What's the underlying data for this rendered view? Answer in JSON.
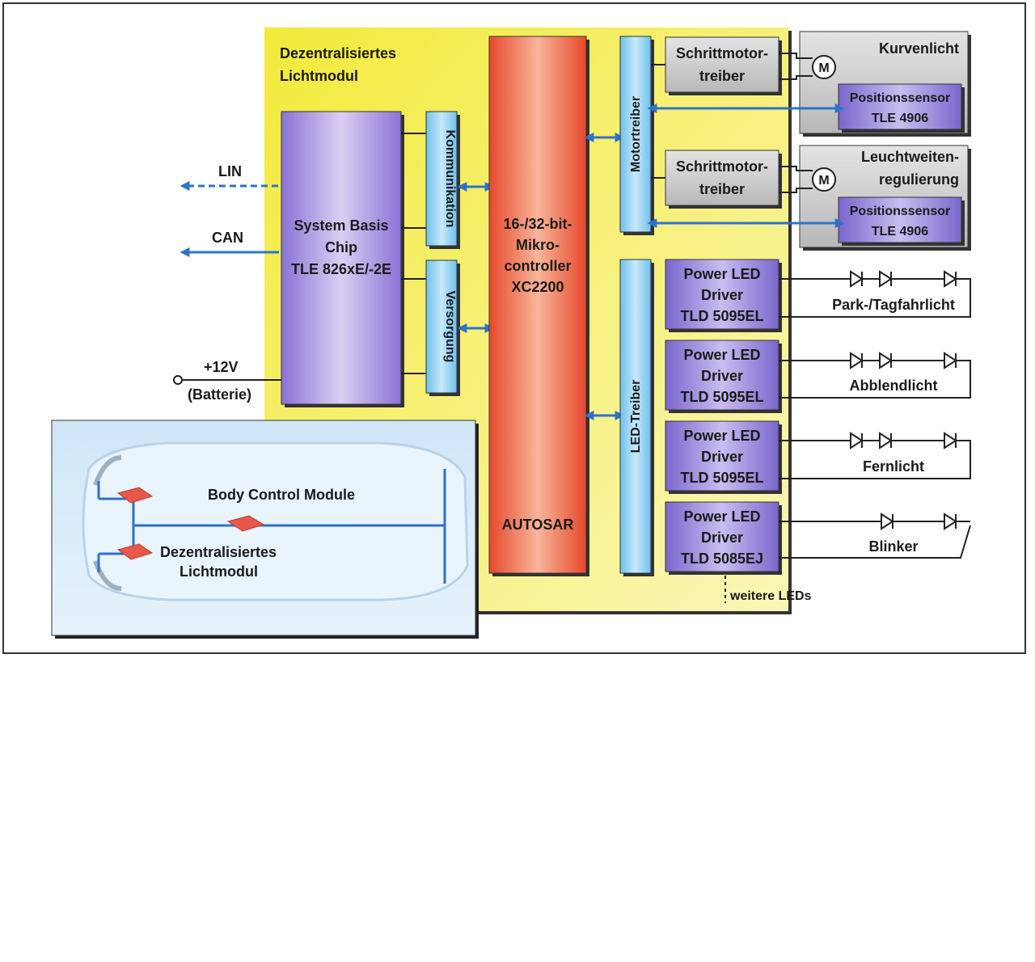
{
  "external": {
    "lin": "LIN",
    "can": "CAN",
    "battery_line1": "+12V",
    "battery_line2": "(Batterie)"
  },
  "module": {
    "title_line1": "Dezentralisiertes",
    "title_line2": "Lichtmodul"
  },
  "sbc": {
    "line1": "System Basis",
    "line2": "Chip",
    "line3": "TLE 826xE/-2E"
  },
  "kommunikation": "Kommunikation",
  "versorgung": "Versorgung",
  "mcu": {
    "line1": "16-/32-bit-",
    "line2": "Mikro-",
    "line3": "controller",
    "line4": "XC2200",
    "autosar": "AUTOSAR"
  },
  "motortreiber": "Motortreiber",
  "led_treiber": "LED-Treiber",
  "stepper_driver": {
    "line1": "Schrittmotor-",
    "line2": "treiber"
  },
  "kurvenlicht": {
    "title": "Kurvenlicht",
    "sensor_line1": "Positionssensor",
    "sensor_line2": "TLE 4906"
  },
  "leuchtweite": {
    "title_line1": "Leuchtweiten-",
    "title_line2": "regulierung",
    "sensor_line1": "Positionssensor",
    "sensor_line2": "TLE 4906"
  },
  "motor_symbol": "M",
  "led_drivers": [
    {
      "line1": "Power LED",
      "line2": "Driver",
      "line3": "TLD 5095EL",
      "load": "Park-/Tagfahrlicht"
    },
    {
      "line1": "Power LED",
      "line2": "Driver",
      "line3": "TLD 5095EL",
      "load": "Abblendlicht"
    },
    {
      "line1": "Power LED",
      "line2": "Driver",
      "line3": "TLD 5095EL",
      "load": "Fernlicht"
    },
    {
      "line1": "Power LED",
      "line2": "Driver",
      "line3": "TLD 5085EJ",
      "load": "Blinker"
    }
  ],
  "weitere_leds": "weitere LEDs",
  "car": {
    "bcm_label": "Body Control Module",
    "module_line1": "Dezentralisiertes",
    "module_line2": "Lichtmodul"
  },
  "colors": {
    "module_bg": "#f6ee5a",
    "sbc_fill": "#a98fdf",
    "mcu_fill": "#ef6a48",
    "bar_fill": "#8fd0f2",
    "gray_box": "#c9c9c9",
    "led_driver_fill": "#8c7ad8",
    "link_blue": "#2f72c9"
  }
}
